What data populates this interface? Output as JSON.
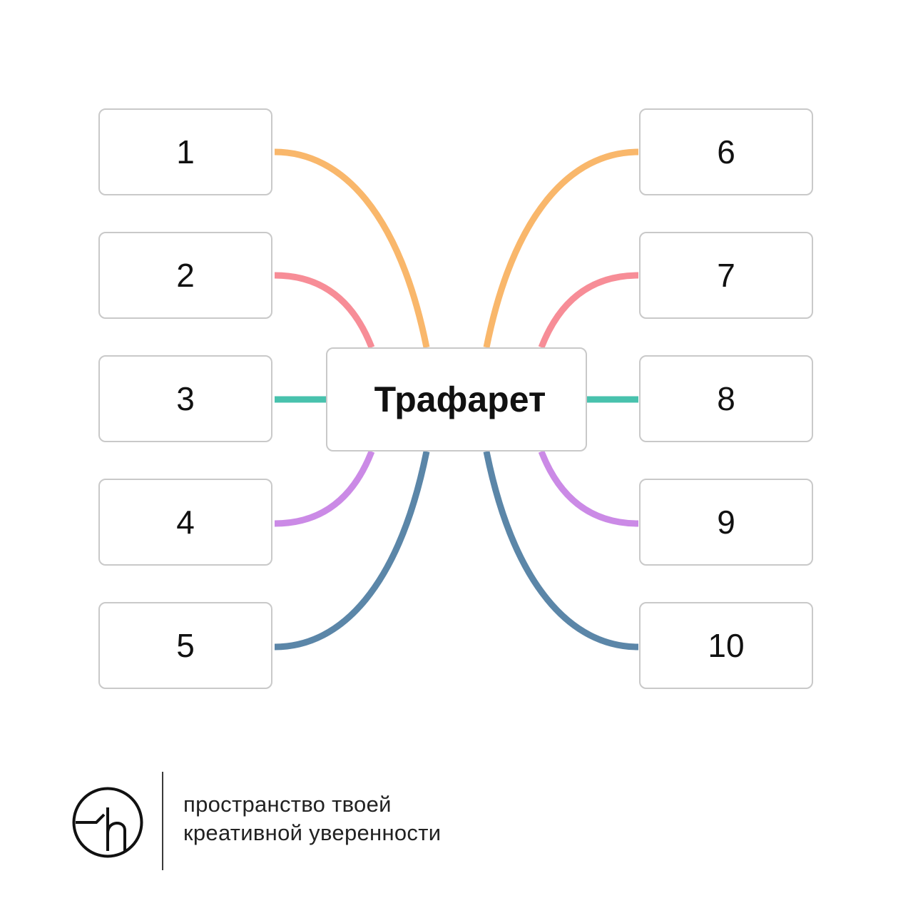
{
  "diagram": {
    "center_label": "Трафарет",
    "left_nodes": [
      {
        "label": "1",
        "color": "#f9b76b"
      },
      {
        "label": "2",
        "color": "#f78d97"
      },
      {
        "label": "3",
        "color": "#48c2ad"
      },
      {
        "label": "4",
        "color": "#cb8ae6"
      },
      {
        "label": "5",
        "color": "#5b86a8"
      }
    ],
    "right_nodes": [
      {
        "label": "6",
        "color": "#f9b76b"
      },
      {
        "label": "7",
        "color": "#f78d97"
      },
      {
        "label": "8",
        "color": "#48c2ad"
      },
      {
        "label": "9",
        "color": "#cb8ae6"
      },
      {
        "label": "10",
        "color": "#5b86a8"
      }
    ]
  },
  "footer": {
    "logo_icon": "brand-logo-icon",
    "tagline_line1": "пространство твоей",
    "tagline_line2": "креативной уверенности"
  }
}
